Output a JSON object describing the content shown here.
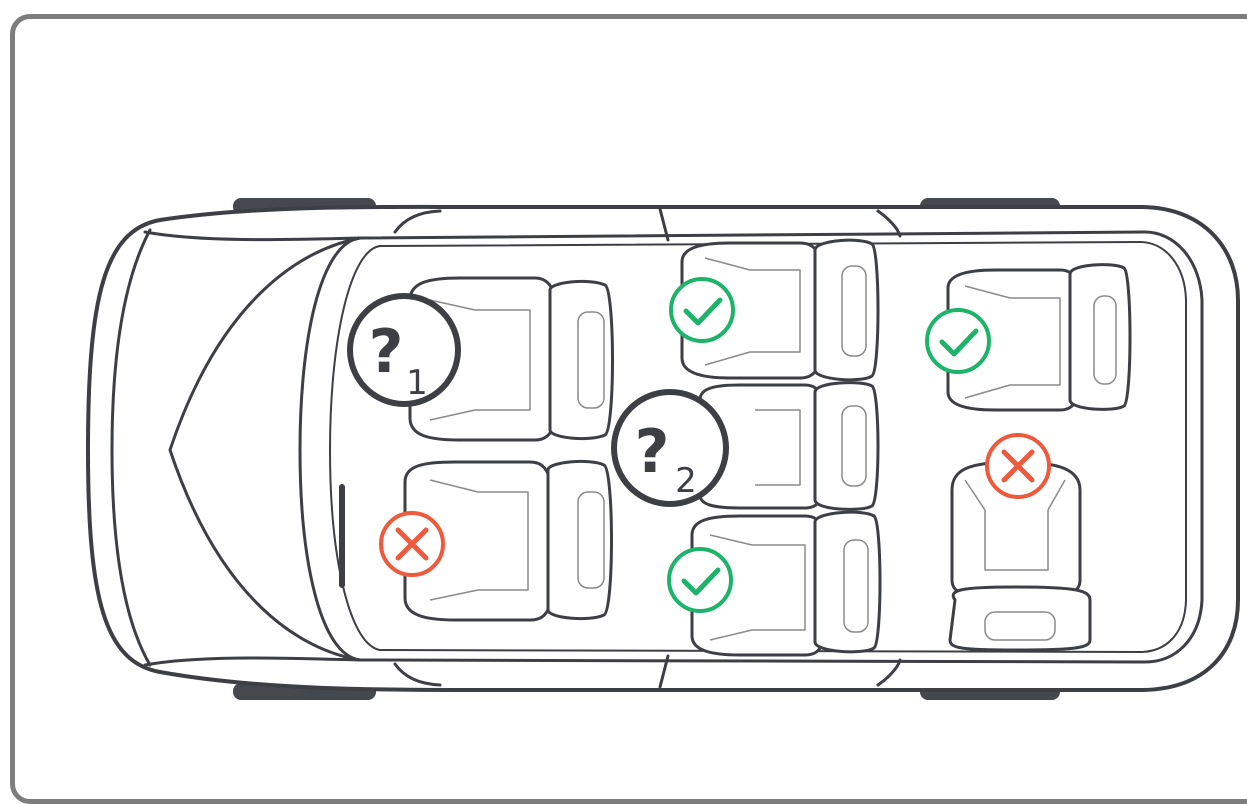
{
  "colors": {
    "frame": "#7d7d7d",
    "outline": "#3d3f45",
    "seat_line": "#8a8a8a",
    "tire": "#45484f",
    "ok": "#1db46a",
    "bad": "#ef5a3c",
    "unknown": "#3d3f45"
  },
  "seats": [
    {
      "name": "driver-seat",
      "status": "unknown",
      "icon": "question-mark-icon",
      "glyph": "?",
      "index": "1"
    },
    {
      "name": "front-passenger-seat",
      "status": "not-allowed",
      "icon": "cross-icon"
    },
    {
      "name": "second-row-left-seat",
      "status": "allowed",
      "icon": "check-icon"
    },
    {
      "name": "second-row-center-seat",
      "status": "unknown",
      "icon": "question-mark-icon",
      "glyph": "?",
      "index": "2"
    },
    {
      "name": "second-row-right-seat",
      "status": "allowed",
      "icon": "check-icon"
    },
    {
      "name": "third-row-left-seat",
      "status": "allowed",
      "icon": "check-icon"
    },
    {
      "name": "third-row-right-seat",
      "status": "not-allowed",
      "icon": "cross-icon"
    }
  ]
}
